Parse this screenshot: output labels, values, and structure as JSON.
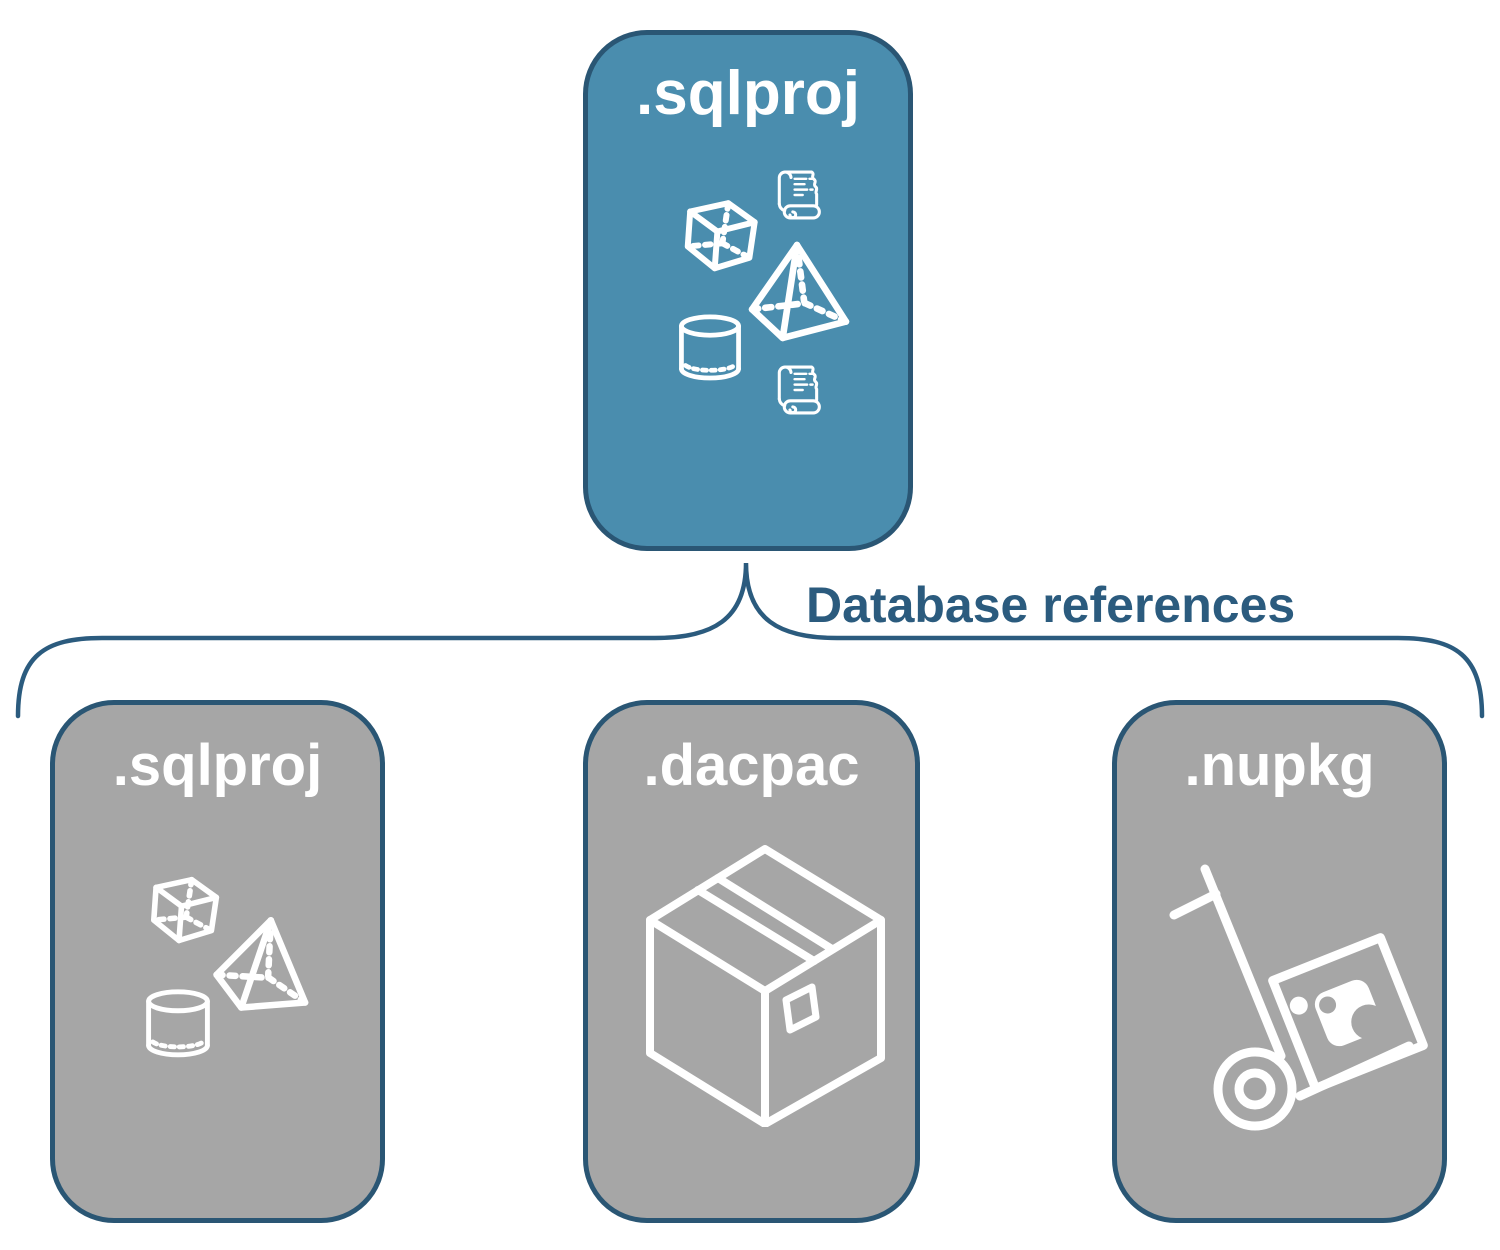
{
  "diagram": {
    "parent": {
      "label": ".sqlproj",
      "icons": [
        "cube-icon",
        "script-scroll-icon",
        "pyramid-icon",
        "database-cylinder-icon",
        "script-scroll-icon"
      ]
    },
    "connector": {
      "label": "Database references"
    },
    "children": [
      {
        "label": ".sqlproj",
        "icons": [
          "cube-icon",
          "pyramid-icon",
          "database-cylinder-icon"
        ]
      },
      {
        "label": ".dacpac",
        "icons": [
          "package-box-icon"
        ]
      },
      {
        "label": ".nupkg",
        "icons": [
          "hand-truck-package-icon"
        ]
      }
    ],
    "colors": {
      "parent_fill": "#4A8DAE",
      "child_fill": "#A6A6A6",
      "node_border": "#2A5674",
      "brace_stroke": "#2B5B7E",
      "label_text": "#FFFFFF",
      "connector_label_text": "#2B5B7E"
    }
  }
}
